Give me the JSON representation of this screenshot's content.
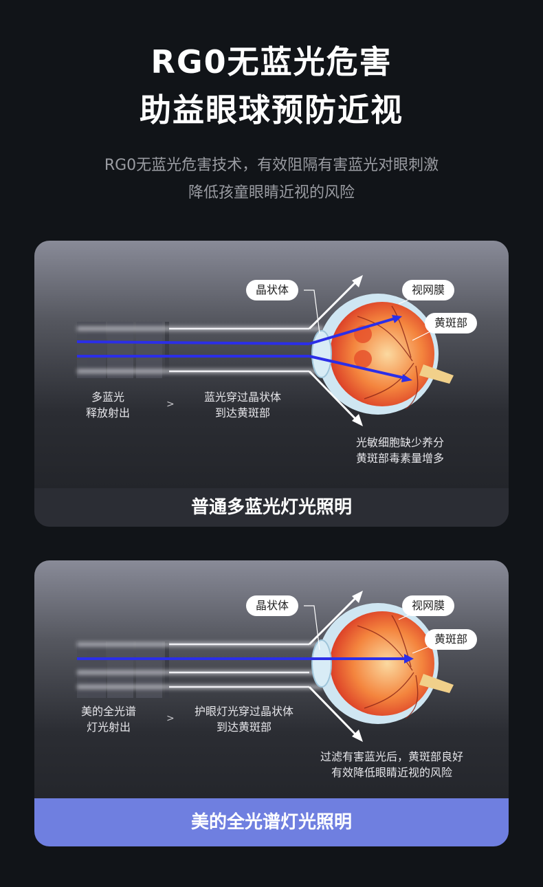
{
  "header": {
    "title_line1": "RG0无蓝光危害",
    "title_line2": "助益眼球预防近视",
    "subtitle_line1": "RG0无蓝光危害技术，有效阻隔有害蓝光对眼刺激",
    "subtitle_line2": "降低孩童眼睛近视的风险"
  },
  "panel_normal": {
    "label_lens": "晶状体",
    "label_retina": "视网膜",
    "label_macula": "黄斑部",
    "caption_left_line1": "多蓝光",
    "caption_left_line2": "释放射出",
    "separator": ">",
    "caption_mid_line1": "蓝光穿过晶状体",
    "caption_mid_line2": "到达黄斑部",
    "caption_result_line1": "光敏细胞缺少养分",
    "caption_result_line2": "黄斑部毒素量增多",
    "bar_title": "普通多蓝光灯光照明",
    "blue_rays": 2
  },
  "panel_midea": {
    "label_lens": "晶状体",
    "label_retina": "视网膜",
    "label_macula": "黄斑部",
    "caption_left_line1": "美的全光谱",
    "caption_left_line2": "灯光射出",
    "separator": ">",
    "caption_mid_line1": "护眼灯光穿过晶状体",
    "caption_mid_line2": "到达黄斑部",
    "caption_result_line1": "过滤有害蓝光后，黄斑部良好",
    "caption_result_line2": "有效降低眼睛近视的风险",
    "bar_title": "美的全光谱灯光照明",
    "blue_rays": 1
  },
  "colors": {
    "background": "#111418",
    "blue_ray": "#2b2ee8",
    "accent_bar": "#6f7fe0",
    "eye_red": "#e8492c"
  }
}
